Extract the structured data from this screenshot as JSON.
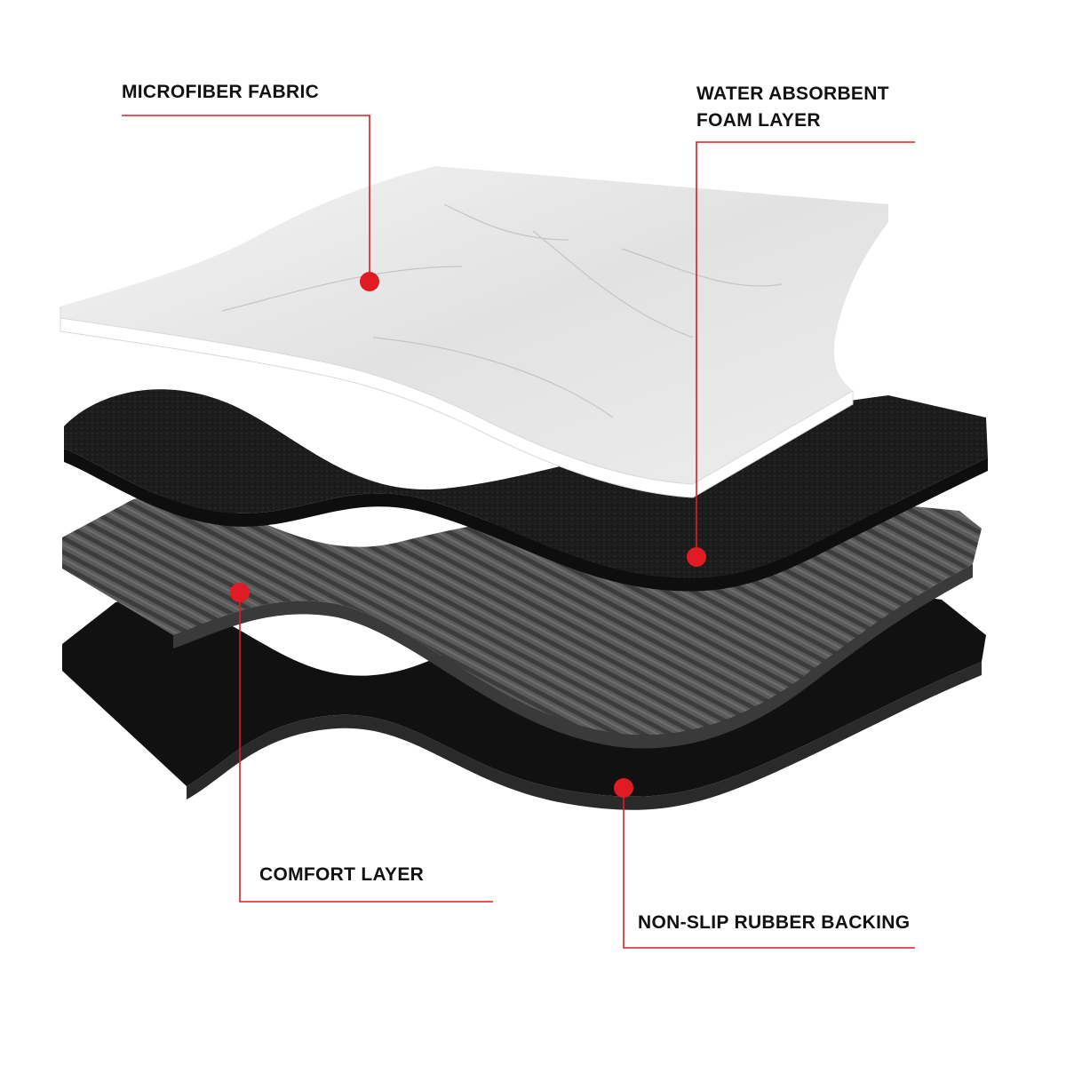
{
  "accent_color": "#e01b24",
  "labels": {
    "microfiber": "MICROFIBER FABRIC",
    "foam_line1": "WATER ABSORBENT",
    "foam_line2": "FOAM LAYER",
    "comfort": "COMFORT LAYER",
    "rubber": "NON-SLIP RUBBER BACKING"
  }
}
